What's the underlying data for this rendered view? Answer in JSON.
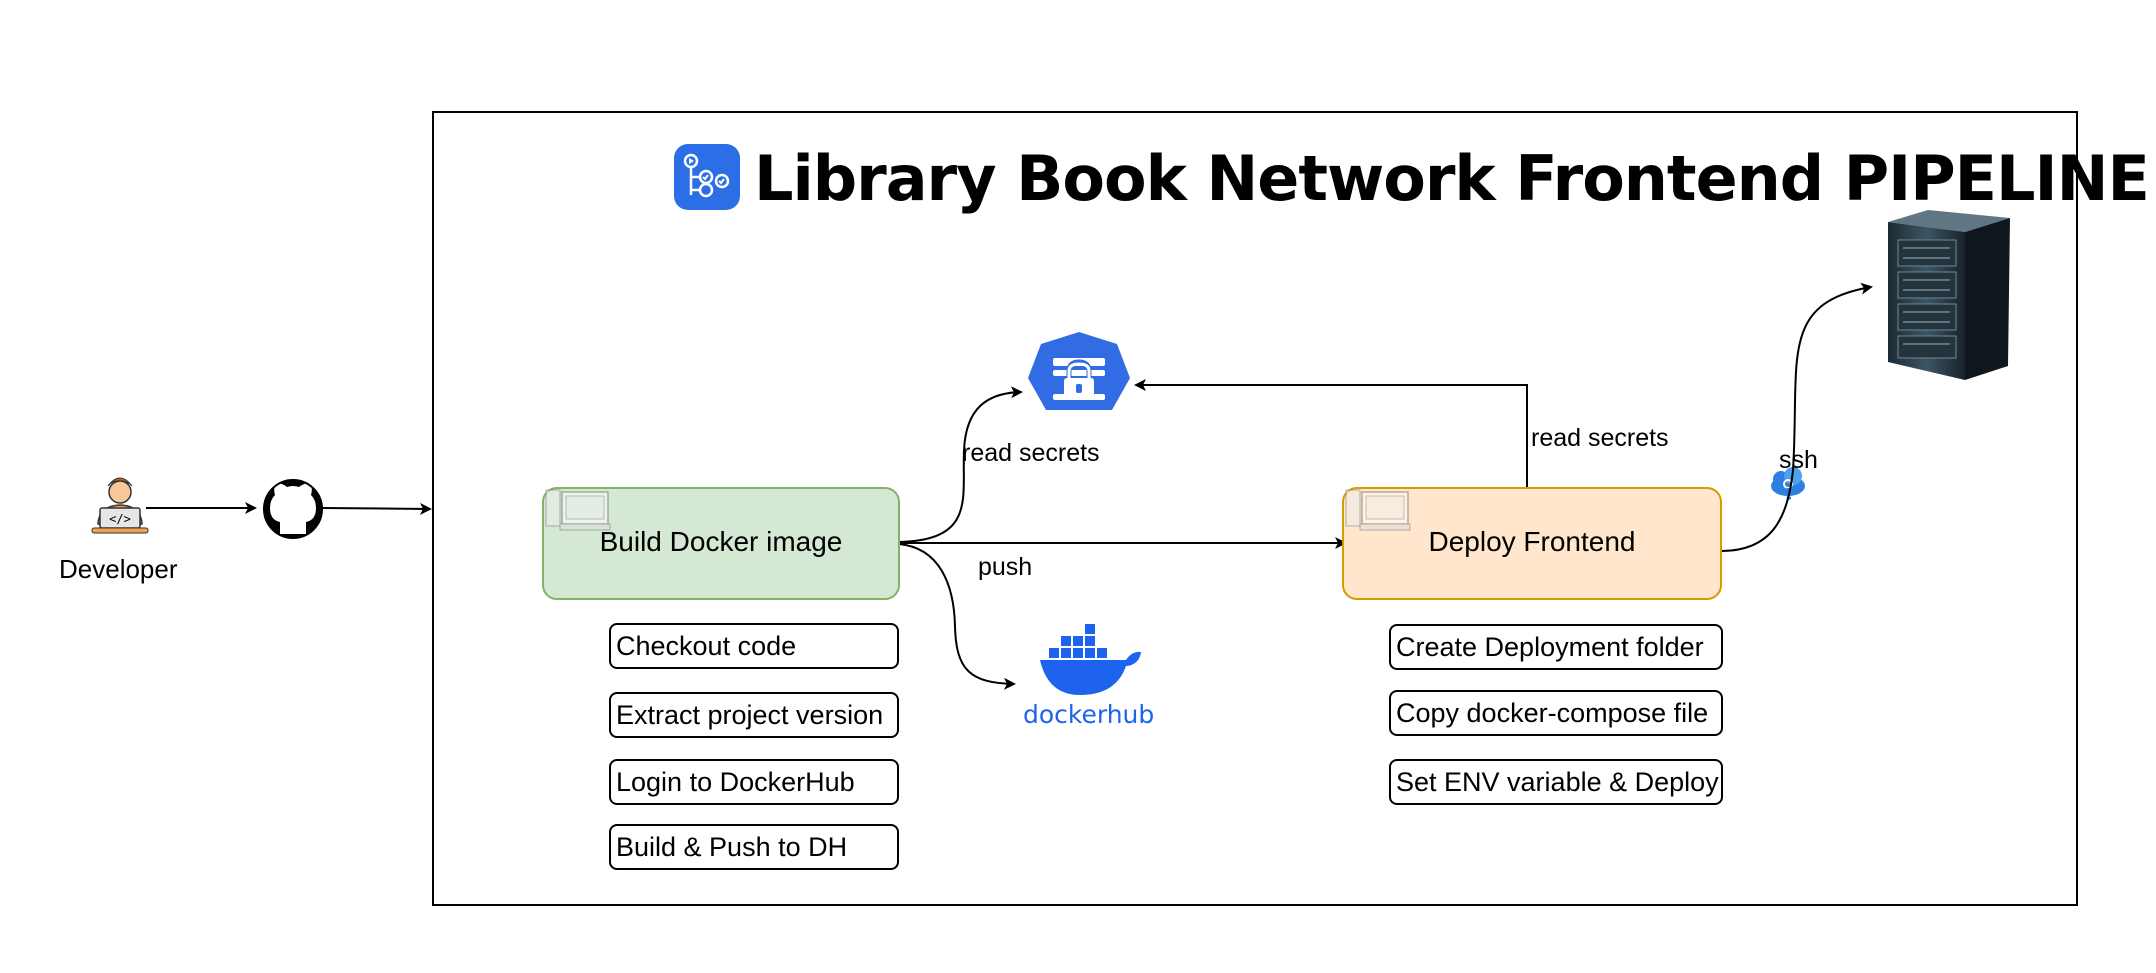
{
  "title": "Library Book Network Frontend PIPELINE",
  "developer_label": "Developer",
  "jobs": {
    "build": {
      "label": "Build Docker image",
      "fill": "#d5e8d4",
      "stroke": "#82b366"
    },
    "deploy": {
      "label": "Deploy Frontend",
      "fill": "#ffe6cc",
      "stroke": "#d79b00"
    }
  },
  "build_steps": [
    "Checkout code",
    "Extract project version",
    "Login to DockerHub",
    "Build & Push to DH"
  ],
  "deploy_steps": [
    "Create Deployment folder",
    "Copy docker-compose file",
    "Set ENV variable & Deploy"
  ],
  "edge_labels": {
    "read_secrets_build": "read secrets",
    "read_secrets_deploy": "read secrets",
    "push": "push",
    "ssh": "ssh"
  },
  "dockerhub_label": "dockerhub",
  "icons": {
    "developer": "developer-icon",
    "github": "github-icon",
    "actions": "github-actions-icon",
    "secrets": "kubernetes-secret-icon",
    "docker": "docker-whale-icon",
    "ssh": "ssh-cloud-key-icon",
    "server": "server-rack-icon",
    "job": "computer-terminal-icon"
  },
  "colors": {
    "actions_blue": "#2b6ee6",
    "docker_blue": "#1d63ed",
    "k8s_blue": "#326ce5"
  }
}
